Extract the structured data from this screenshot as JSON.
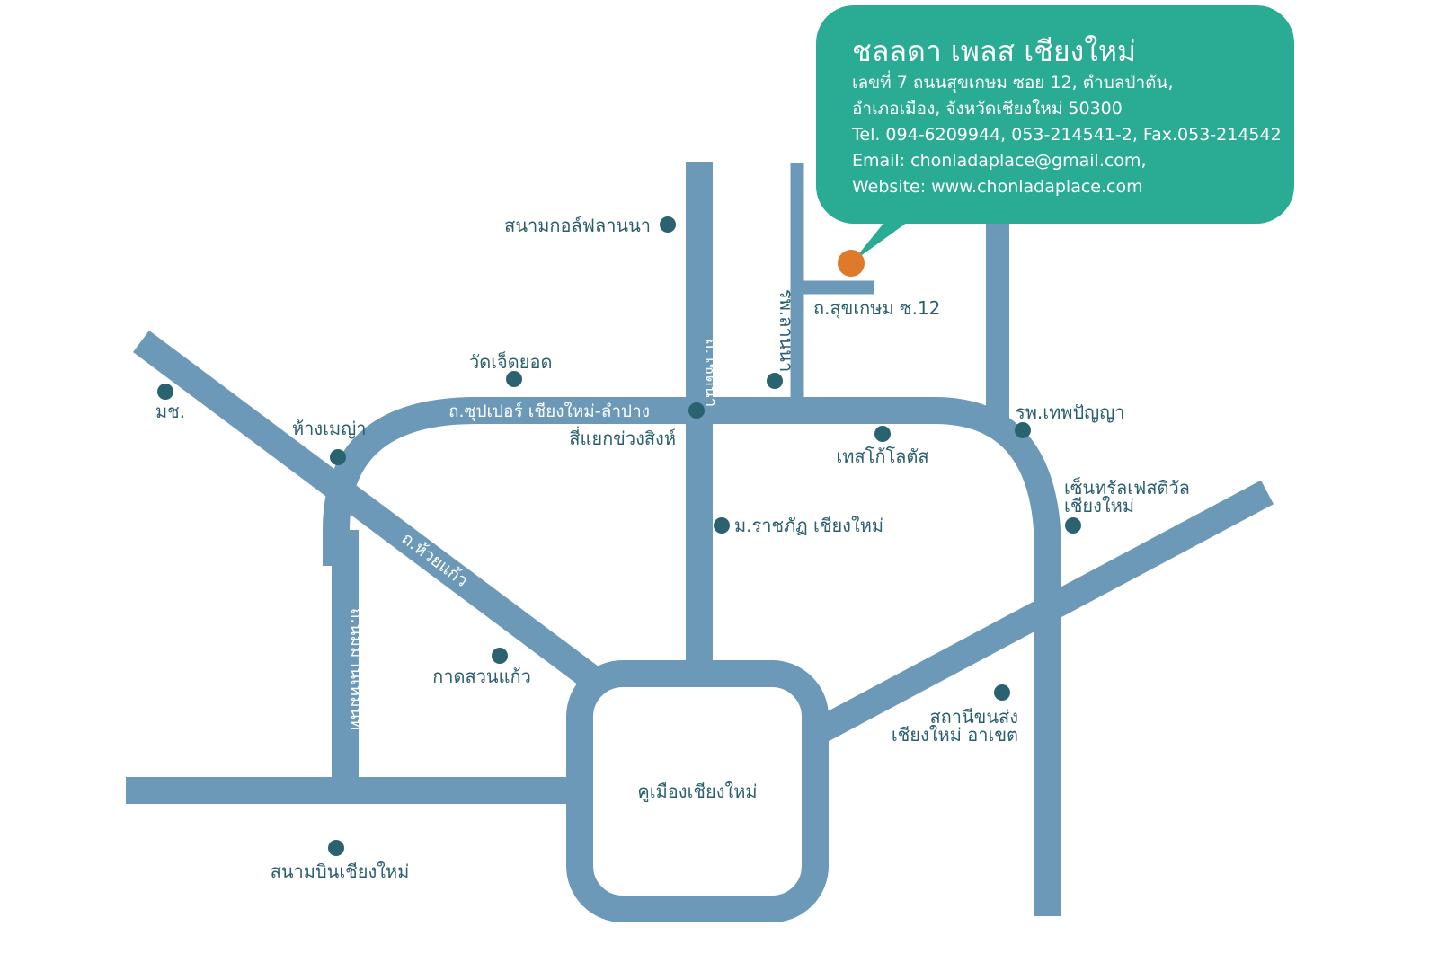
{
  "colors": {
    "road": "#6b99b7",
    "poi": "#2b6270",
    "label": "#2b5f6d",
    "bubble": "#2aab93",
    "marker": "#e07a2b"
  },
  "info_box": {
    "title": "ชลลดา เพลส เชียงใหม่",
    "address_line1": "เลขที่ 7 ถนนสุขเกษม ซอย 12, ตำบลป่าตัน,",
    "address_line2": "อำเภอเมือง, จังหวัดเชียงใหม่ 50300",
    "phone": "Tel. 094-6209944, 053-214541-2, Fax.053-214542",
    "email": "Email: chonladaplace@gmail.com,",
    "website": "Website: www.chonladaplace.com"
  },
  "roads": {
    "sukkasem": "ถ.สุขเกษม ซ.12",
    "chotana": "ถ.โชตนา",
    "lanna_hosp": "รพ.ลานนา",
    "superhighway": "ถ.ซุปเปอร์ เชียงใหม่-ลำปาง",
    "huaykaew": "ถ.ห้วยแก้ว",
    "nimman": "ถ.นิมมานเหมินท์"
  },
  "places": {
    "golf": "สนามกอล์ฟลานนา",
    "watjedyod": "วัดเจ็ดยอด",
    "cmu": "มช.",
    "maya": "ห้างเมญ่า",
    "intersection": "สี่แยกข่วงสิงห์",
    "lotus": "เทสโก้โลตัส",
    "theppanya": "รพ.เทพปัญญา",
    "central_1": "เซ็นทรัลเฟสติวัล",
    "central_2": "เชียงใหม่",
    "rajabhat": "ม.ราชภัฏ เชียงใหม่",
    "kadsuankaew": "กาดสวนแก้ว",
    "bus_1": "สถานีขนส่ง",
    "bus_2": "เชียงใหม่ อาเขต",
    "moat": "คูเมืองเชียงใหม่",
    "airport": "สนามบินเชียงใหม่"
  }
}
